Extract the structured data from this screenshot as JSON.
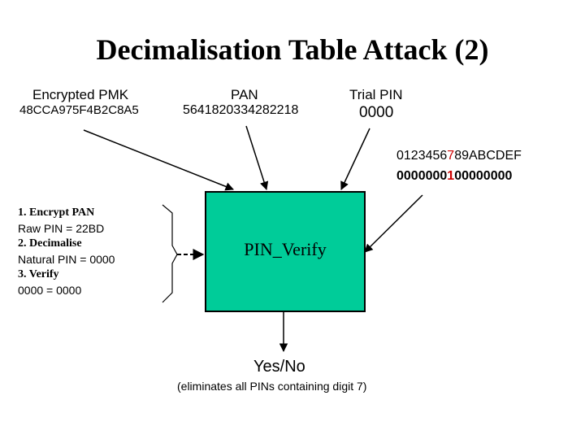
{
  "title": "Decimalisation Table Attack (2)",
  "inputs": {
    "pmk": {
      "label": "Encrypted PMK",
      "value": "48CCA975F4B2C8A5"
    },
    "pan": {
      "label": "PAN",
      "value": "5641820334282218"
    },
    "trial_pin": {
      "label": "Trial PIN",
      "value": "0000"
    }
  },
  "decimalisation_table": {
    "row1": {
      "before": "0123456",
      "highlight": "7",
      "after": "89ABCDEF"
    },
    "row2": {
      "before": "0000000",
      "highlight": "1",
      "after": "00000000"
    }
  },
  "function_box": {
    "label": "PIN_Verify",
    "color": "#00cc99"
  },
  "steps": [
    {
      "title": "1. Encrypt PAN",
      "detail": "Raw PIN = 22BD"
    },
    {
      "title": "2. Decimalise",
      "detail": "Natural PIN = 0000"
    },
    {
      "title": "3. Verify",
      "detail": "0000 = 0000"
    }
  ],
  "result": {
    "yes": "Yes",
    "separator": "/",
    "no": "No"
  },
  "note": "(eliminates all PINs containing digit 7)",
  "highlight_color": "#cc0000"
}
